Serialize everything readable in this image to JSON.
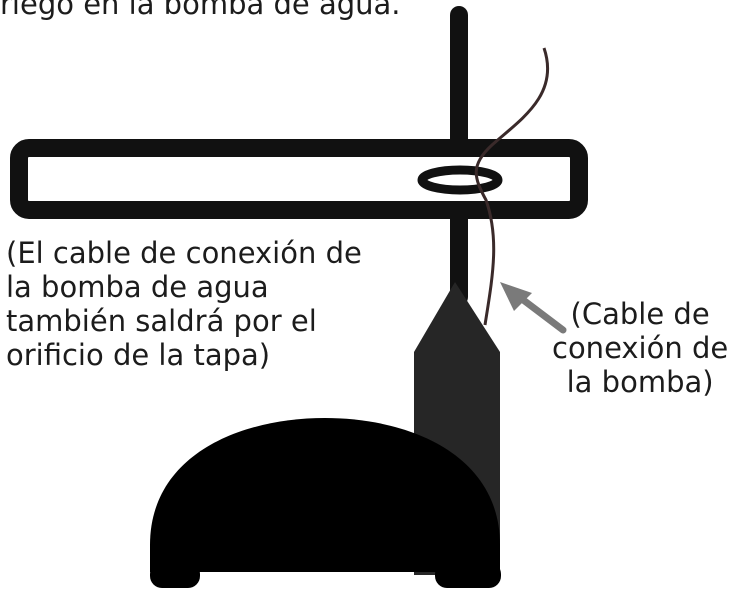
{
  "captions": {
    "top_line1": "riego en la bomba de agua.",
    "tube_note_1": "(El cable de conexión de",
    "tube_note_2": "la bomba de agua",
    "tube_note_3": "también saldrá por el",
    "tube_note_4": "orificio de la tapa)",
    "cable_note_1": "(Cable de",
    "cable_note_2": "conexión de",
    "cable_note_3": "la bomba)"
  },
  "colors": {
    "ink": "#111111",
    "cable": "#3a2a2a",
    "arrow": "#7a7a7a",
    "pump": "#262626"
  }
}
